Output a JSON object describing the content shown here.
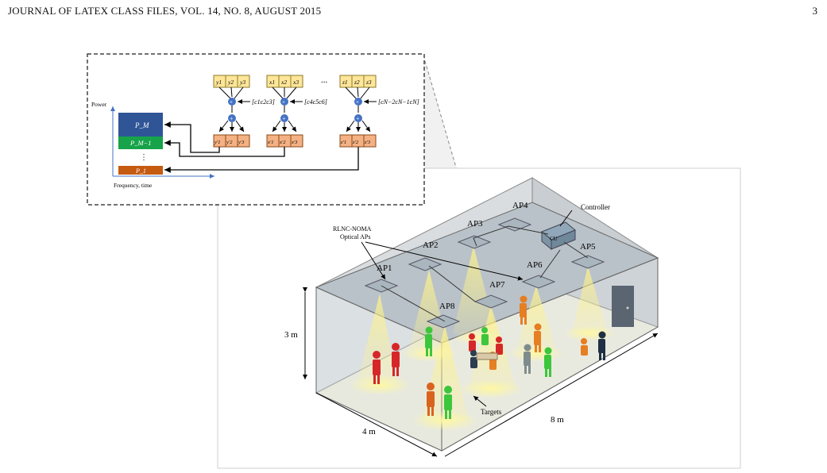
{
  "header": {
    "journal": "JOURNAL OF LATEX CLASS FILES, VOL. 14, NO. 8, AUGUST 2015",
    "page_number": "3"
  },
  "inset": {
    "axis_y_label": "Power",
    "axis_x_label": "Frequency, time",
    "power_levels": [
      "P_M",
      "P_M−1",
      "⋮",
      "P_1"
    ],
    "groups": [
      {
        "inputs": [
          "y1",
          "y2",
          "y3"
        ],
        "coef": "[c1c2c3]",
        "outputs": [
          "y'1",
          "y'2",
          "y'3"
        ]
      },
      {
        "inputs": [
          "x1",
          "x2",
          "x3"
        ],
        "coef": "[c4c5c6]",
        "outputs": [
          "x'1",
          "x'2",
          "x'3"
        ]
      },
      {
        "inputs": [
          "z1",
          "z2",
          "z3"
        ],
        "coef": "[cN−2cN−1cN]",
        "outputs": [
          "z'1",
          "z'2",
          "z'3"
        ]
      }
    ],
    "ellipsis": "...",
    "mult_symbol": "×",
    "add_symbol": "+"
  },
  "room": {
    "aps": [
      "AP1",
      "AP2",
      "AP3",
      "AP4",
      "AP5",
      "AP6",
      "AP7",
      "AP8"
    ],
    "controller_label": "Controller",
    "controller_box": "CU",
    "ap_label": "RLNC-NOMA",
    "ap_label_2": "Optical APs",
    "targets_label": "Targets",
    "height_label": "3 m",
    "width_label": "4 m",
    "length_label": "8 m"
  },
  "colors": {
    "pm": "#2f5597",
    "pm1": "#17a34a",
    "p1": "#c55a11",
    "input_cell": "#ffe699",
    "output_cell": "#f4b183",
    "node": "#4472c4",
    "light": "#fff59a"
  }
}
